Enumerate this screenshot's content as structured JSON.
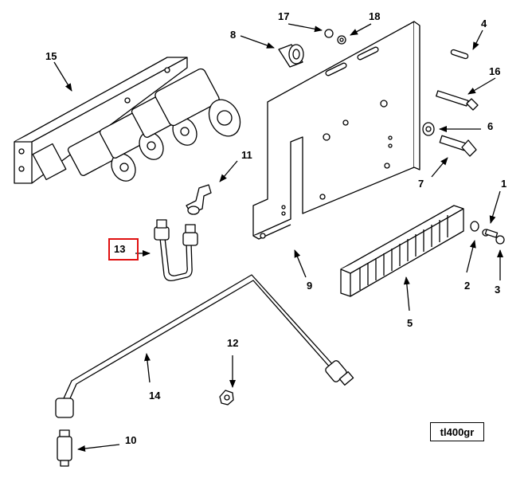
{
  "figure_code": "tl400gr",
  "highlight_color": "#e01010",
  "highlighted_callout": "13",
  "callouts": {
    "c1": "1",
    "c2": "2",
    "c3": "3",
    "c4": "4",
    "c5": "5",
    "c6": "6",
    "c7": "7",
    "c8": "8",
    "c9": "9",
    "c10": "10",
    "c11": "11",
    "c12": "12",
    "c13": "13",
    "c14": "14",
    "c15": "15",
    "c16": "16",
    "c17": "17",
    "c18": "18"
  }
}
